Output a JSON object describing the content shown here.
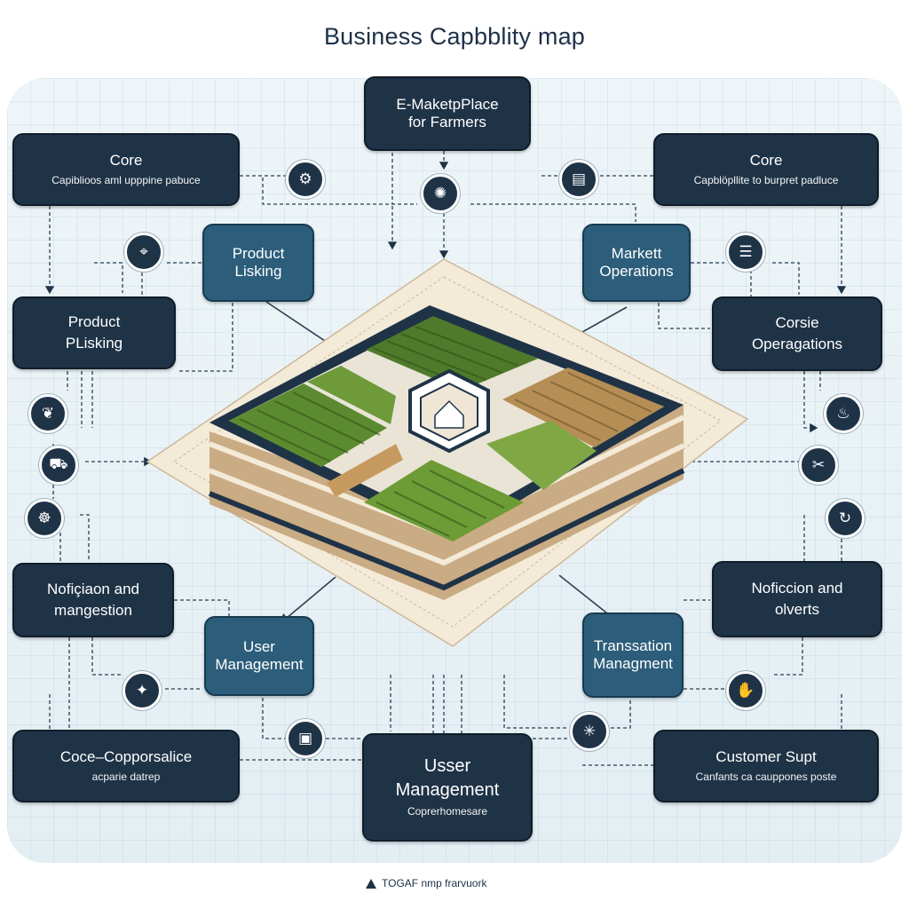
{
  "title": "Business Capbblity map",
  "top_box": {
    "line1": "E-MaketpPlace",
    "line2": "for Farmers"
  },
  "boxes": {
    "core_left": {
      "title": "Core",
      "subtitle": "Capiblioos aml upppine pabuce"
    },
    "core_right": {
      "title": "Core",
      "subtitle": "Capblöpllite to burpret padluce"
    },
    "product_lisking": {
      "line1": "Product",
      "line2": "Lisking"
    },
    "market_operations": {
      "line1": "Markett",
      "line2": "Operations"
    },
    "product_plisking": {
      "line1": "Product",
      "line2": "PLisking"
    },
    "corsie_operagations": {
      "line1": "Corsie",
      "line2": "Operagations"
    },
    "notification_left": {
      "line1": "Nofiçiaon and",
      "line2": "mangestion"
    },
    "notification_right": {
      "line1": "Noficcion and",
      "line2": "olverts"
    },
    "user_management_small": {
      "line1": "User",
      "line2": "Management"
    },
    "transsation_management": {
      "line1": "Transsation",
      "line2": "Managment"
    },
    "coce_copporsalice": {
      "title": "Coce–Copporsalice",
      "subtitle": "acparie datrep"
    },
    "user_management_big": {
      "line1": "Usser",
      "line2": "Management",
      "subtitle": "Coprerhomesare"
    },
    "customer_support": {
      "title": "Customer Supt",
      "subtitle": "Canfants ca cauppones poste"
    }
  },
  "icons": [
    "gear-icon",
    "compass-icon",
    "printer-icon",
    "map-pin-icon",
    "document-icon",
    "leaf-icon",
    "drop-icon",
    "tractor-icon",
    "tools-icon",
    "gears-icon",
    "circle-arrows-icon",
    "group-icon",
    "handshake-icon",
    "monitor-icon",
    "network-icon"
  ],
  "footer": "TOGAF nmp frarvuork"
}
